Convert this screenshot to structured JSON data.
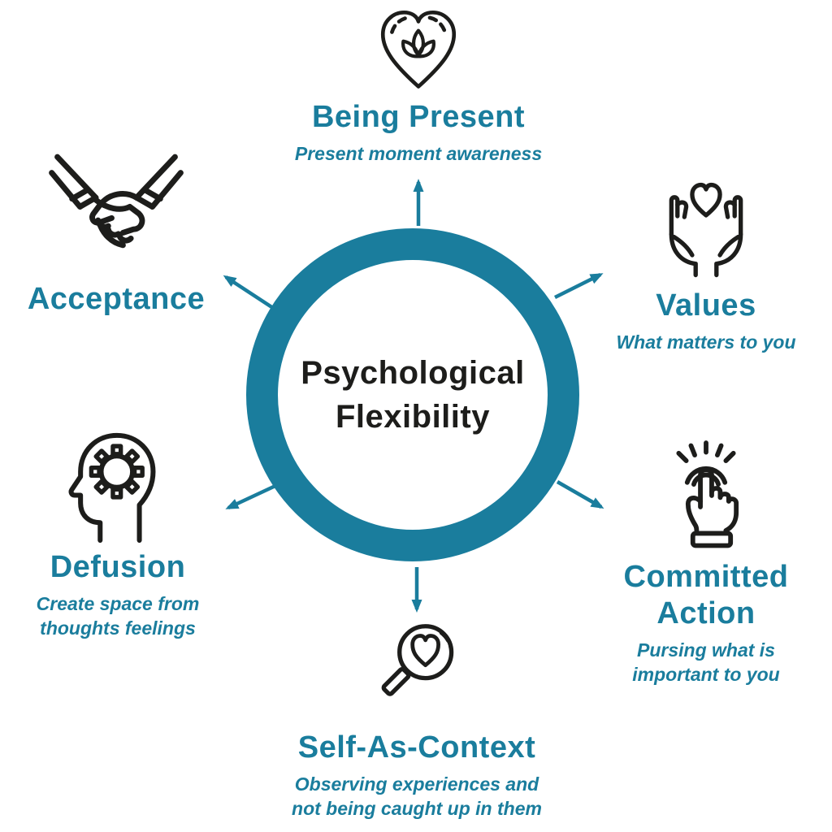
{
  "diagram": {
    "center": {
      "title": "Psychological\nFlexibility"
    },
    "nodes": [
      {
        "id": "being-present",
        "icon": "heart-lotus-icon",
        "title": "Being Present",
        "subtitle": "Present moment awareness"
      },
      {
        "id": "values",
        "icon": "hands-holding-heart-icon",
        "title": "Values",
        "subtitle": "What matters to you"
      },
      {
        "id": "committed-action",
        "icon": "tap-press-hand-icon",
        "title": "Committed\nAction",
        "subtitle": "Pursing what is\nimportant to you"
      },
      {
        "id": "self-as-context",
        "icon": "magnifier-heart-icon",
        "title": "Self-As-Context",
        "subtitle": "Observing experiences and\nnot being caught up in them"
      },
      {
        "id": "defusion",
        "icon": "head-gear-icon",
        "title": "Defusion",
        "subtitle": "Create space from\nthoughts feelings"
      },
      {
        "id": "acceptance",
        "icon": "handshake-icon",
        "title": "Acceptance"
      }
    ],
    "colors": {
      "accent": "#1a7d9d",
      "icon_line": "#1d1d1b",
      "center_text": "#1d1d1b",
      "background": "#ffffff"
    }
  }
}
